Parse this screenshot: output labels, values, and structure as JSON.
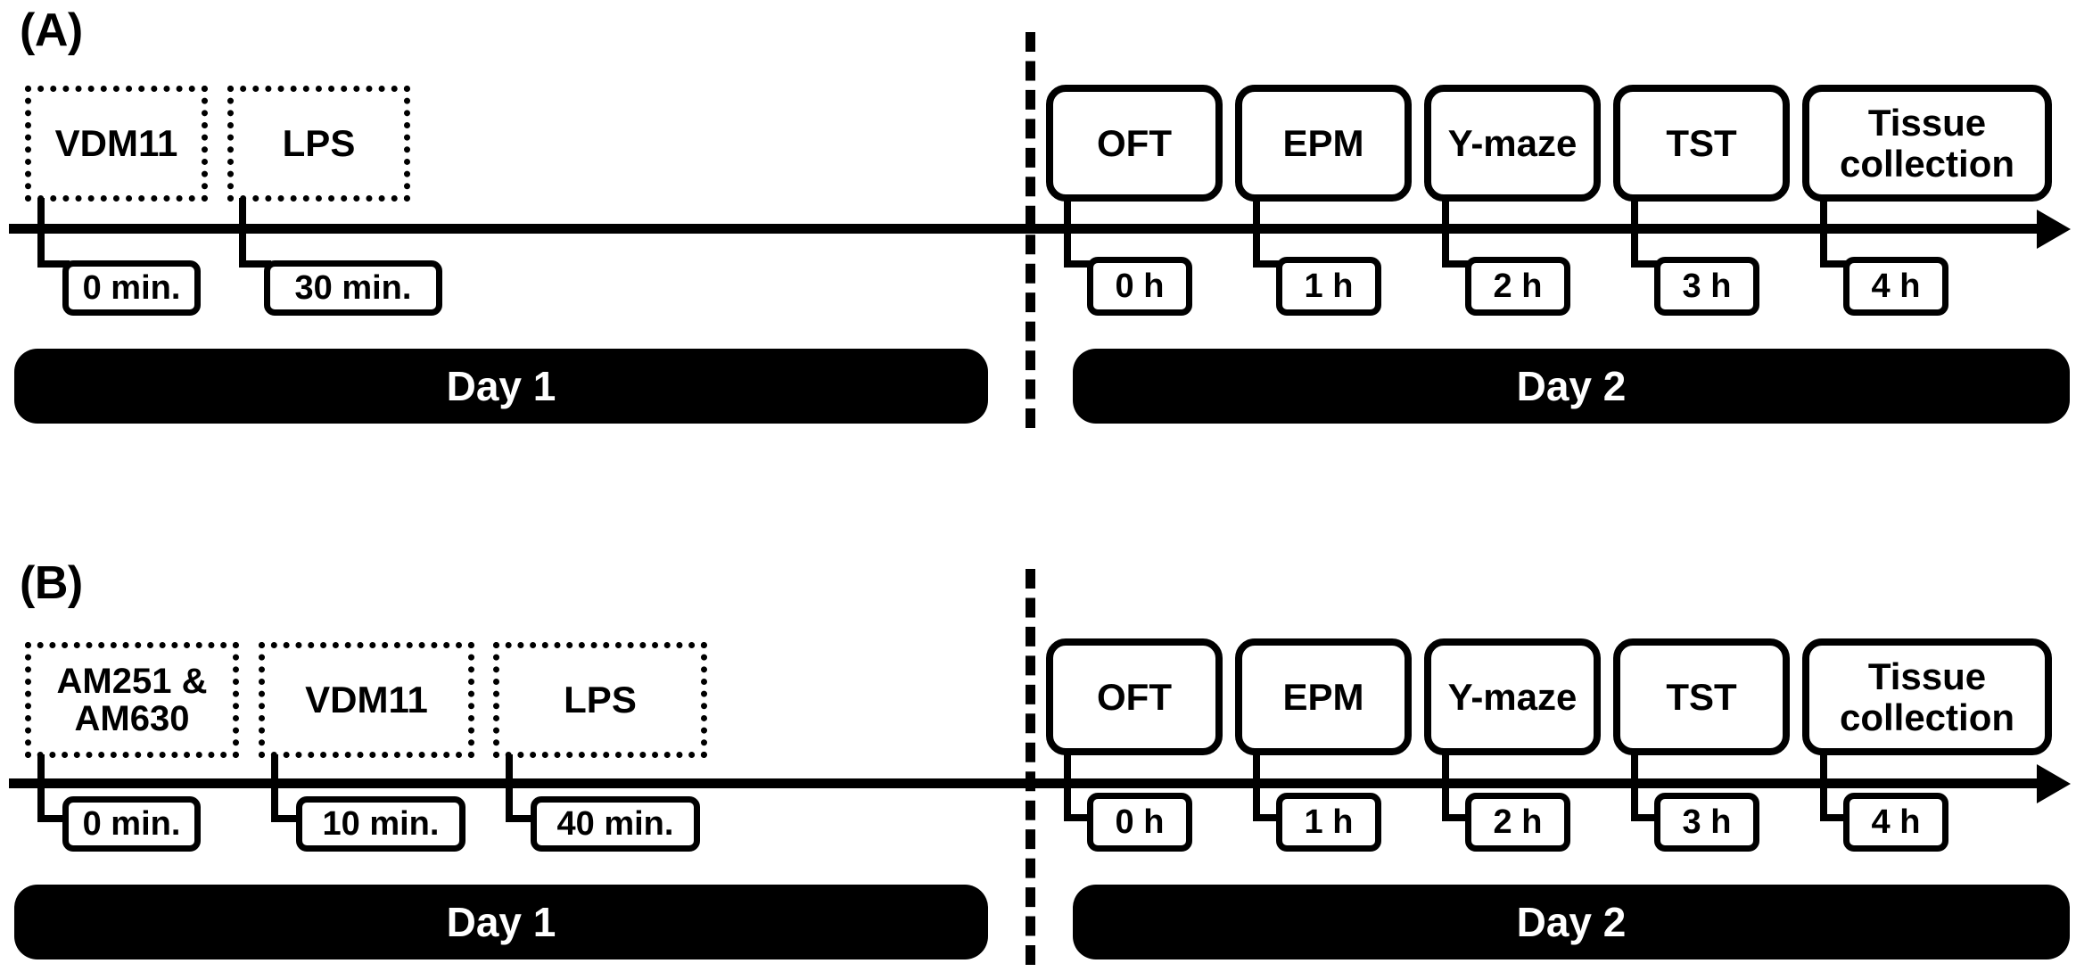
{
  "figure": {
    "panels": [
      {
        "id": "A",
        "label": "(A)",
        "treatments": [
          {
            "name": "VDM11",
            "time": "0 min."
          },
          {
            "name": "LPS",
            "time": "30 min."
          }
        ],
        "tests": [
          {
            "name": "OFT",
            "time": "0 h"
          },
          {
            "name": "EPM",
            "time": "1 h"
          },
          {
            "name": "Y-maze",
            "time": "2 h"
          },
          {
            "name": "TST",
            "time": "3 h"
          },
          {
            "name": "Tissue collection",
            "time": "4 h"
          }
        ],
        "day_left": "Day 1",
        "day_right": "Day 2"
      },
      {
        "id": "B",
        "label": "(B)",
        "treatments": [
          {
            "name": "AM251 & AM630",
            "time": "0 min."
          },
          {
            "name": "VDM11",
            "time": "10 min."
          },
          {
            "name": "LPS",
            "time": "40 min."
          }
        ],
        "tests": [
          {
            "name": "OFT",
            "time": "0 h"
          },
          {
            "name": "EPM",
            "time": "1 h"
          },
          {
            "name": "Y-maze",
            "time": "2 h"
          },
          {
            "name": "TST",
            "time": "3 h"
          },
          {
            "name": "Tissue collection",
            "time": "4 h"
          }
        ],
        "day_left": "Day 1",
        "day_right": "Day 2"
      }
    ],
    "colors": {
      "ink": "#000000",
      "paper": "#ffffff",
      "day_bar_text": "#ffffff"
    }
  }
}
